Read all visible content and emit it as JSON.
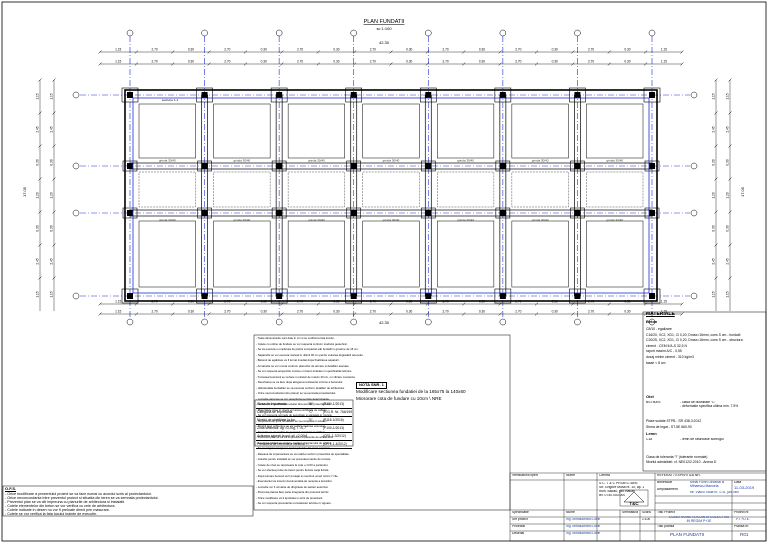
{
  "plan": {
    "title": "PLAN FUNDATII",
    "scale": "sc 1:100",
    "overall_dim": "42.30",
    "top_dims": [
      "1.15",
      "2.70",
      "0.30",
      "2.70",
      "0.30",
      "2.70",
      "0.30",
      "2.70",
      "0.30",
      "2.70",
      "0.30",
      "2.70",
      "0.30",
      "2.70",
      "0.30",
      "1.15"
    ],
    "left_dims": [
      "1.15",
      "2.45",
      "0.30",
      "1.20",
      "0.30",
      "2.45",
      "1.15"
    ],
    "right_dims": [
      "1.15",
      "2.45",
      "0.30",
      "1.20",
      "0.30",
      "2.45",
      "1.15"
    ],
    "bottom_dims": [
      "1.15",
      "2.70",
      "0.30",
      "2.70",
      "0.30",
      "2.70",
      "0.30",
      "2.70",
      "0.30",
      "2.70",
      "0.30",
      "2.70",
      "0.30",
      "2.70",
      "0.30",
      "1.15"
    ],
    "left_total": "17.05",
    "right_total": "17.05",
    "beam_label": "grinda 30/40",
    "section_note": "sectiune 1-1"
  },
  "materials": {
    "title": "MATERIALE",
    "sub_beton": "Beton",
    "beton_lines": [
      "C8/10 - egalizare",
      "C16/20, XC2, XD1, Cl 0,20, Dmax=16mm, cons S cm - fundatii",
      "C20/25, XC2, XD1, Cl 0,20, Dmax=16mm, cons S cm - structura",
      "ciment - CEM II/A-S 32,5 N",
      "raport maxim A/C - 0,55",
      "dozaj minim ciment - 310 kg/m3",
      "tasari < 8 cm"
    ],
    "sub_otel": "Otel",
    "otel_left": "BST500S",
    "otel_right": "- clasa de ductilitate \"C\"\n- deformatie specifica ultima min. 7.5%",
    "lines2": [
      "Plase sudate STPB - SR 438-3:2012",
      "Sirma de legat - ST-5E 660-90"
    ],
    "sub_lemn": "Lemn",
    "lemn_left": "C18",
    "lemn_right": "- lemn de rasinoase sortfogul",
    "footer": [
      "Clasa de toleranta \"I\" (tolerante normale)",
      "Nivelul admisibiei: cf. NE012/2-2010 - Anexa D"
    ]
  },
  "notes": [
    "- Toate dimensiunile sunt date in cm si se verifica la fata locului.",
    "- Cotele cu ordine de fundare se vor respecta conform studiului geotehnic.",
    "- Se va executa o umplutura de pietris compactat sub fundatii in grosime de 15 cm.",
    "- Sapaturile se vor executa manual in ultimii 30 cm pentru evitarea degradarii terenului.",
    "- Betonul de egalizare va fi turnat imediat dupa finalizarea sapaturii.",
    "- Armaturile se vor monta conform planurilor de armare si detaliilor anexate.",
    "- Se vor respecta acoperirile minime cu beton indicate in specificatiile tehnice.",
    "- Turnarea betonului se va face in straturi de maxim 40 cm, cu vibrare mecanica.",
    "- Decofrarea se va face dupa atingerea rezistentei minime a betonului.",
    "- Hidroizolatia fundatiilor se va executa conform detaliilor de arhitectura.",
    "- Orice neconcordanta intre planuri se va semnala proiectantului.",
    "- Lucrarile ascunse se vor receptiona pe faze determinante.",
    "- Se interzice modificarea solutiei fara acordul proiectantului.",
    "- Materialele puse in opera vor avea certificate de calitate.",
    "- Se vor respecta normele de securitate si sanatate in munca.",
    "- Umplutura din jurul fundatiilor se va compacta in straturi.",
    "- Nivelul apei subterane se va verifica inaintea executiei.",
    "- Executia se va realiza de personal autorizat si calificat.",
    "- Prezentul plan se va citi impreuna cu planurile de arhitectura.",
    "- Controlul calitatii se va face conform programului de control.",
    "- Se va asigura scurgerea apelor pluviale din zona sapaturii.",
    "- Reteaua de impamantare se va realiza conform proiectului de specialitate.",
    "- Golurile pentru instalatii se vor prevedea inainte de turnare.",
    "- Cotele de nivel se raporteaza la cota +/-0.00 a parterului.",
    "- Se vor efectua probe de beton pentru fiecare sarja livrata.",
    "- Dupa turnare betonul va fi protejat si mentinut umed minim 7 zile.",
    "- Executantul va intocmi documentatia de receptie a lucrarilor.",
    "- Lucrarile vor fi urmarite de dirigintele de santier autorizat.",
    "- Prezenta plansa face parte integranta din proiectul tehnic.",
    "- Orice modificare va fi aprobata in scris de proiectant.",
    "- Se vor respecta prevederile normativelor tehnice in vigoare."
  ],
  "modif": {
    "head": "NOTA SNR. 1",
    "line1": "Modificare sectiunea fundatiei de la 165x75 la 140x60",
    "line2": "Micsorare cota de fundare cu 10cm \\ NRE"
  },
  "classes": [
    [
      "Clasa de importanta",
      "\"III\"",
      "(P100-1/2013)"
    ],
    [
      "Categoria de importanta",
      "\"C\"",
      "(H.G.R. Nr. 766/1997)"
    ],
    [
      "Nivelul de stabilitate la foc",
      "\"II\"",
      "(P118-1/2016)"
    ],
    [
      "Zona seismica: ag =0,20g, T =0,7",
      "",
      "(P100-1/2013)"
    ],
    [
      "Actiunea zapezii la sol: s0 =2,00kPa",
      "",
      "(CR1-1-3/2012)"
    ],
    [
      "Presiunea de referinta a vantului: 0,7kPa",
      "",
      "(CR 1-1-4/2012)"
    ]
  ],
  "obs": {
    "title": "O.F.S.",
    "lines": [
      "- Orice modificare a prezentului proiect se va face numai cu acordul scris al proiectantului.",
      "- Orice neconcordanta intre prezentul proiect si situatia din teren se va semnala proiectantului.",
      "- Prezentul plan se va citi impreuna cu planurile de arhitectura si instalatii.",
      "- Cotele elementelor din beton se vor verifica cu cele de arhitectura.",
      "- Cotele indicate in desen nu vor fi preluate direct prin masurare.",
      "- Cotele se vor verifica la fata locului inainte de executie."
    ]
  },
  "title_block": {
    "verif_label": "Verificator/Expert",
    "verif_name": "Nume",
    "cerinta": "Cerinta",
    "ref_head": "REFERAT / EXPERTIZA NR.",
    "company_line1": "S.C. T & C PROIECTARE",
    "company_line2": "Str. Grigore Mosa nr. 10, ap. 1",
    "company_line3": "mun. Bacau, jud. Bacau",
    "company_line4": "tel. 0740.000.000",
    "logo_text": "T&C",
    "beneficiar_label": "Beneficiar",
    "beneficiar_value": "Mihai Florin Decebal si Mihaescu Manuela",
    "amplasament_label": "Amplasament",
    "amplasament_value": "str. Vlaicu Voda nr. 17A, jud. Iasi",
    "data_label": "Data",
    "data_value": "11-03-2019",
    "roles": [
      [
        "Specificatie",
        "Nume",
        "Semnatura",
        "Scara"
      ],
      [
        "Sef proiect",
        "Ing. Mirdauceanu Dorin",
        "",
        "1:100"
      ],
      [
        "Proiectat",
        "Ing. Mirdauceanu Dorin",
        "",
        ""
      ],
      [
        "Desenat",
        "Ing. Mirdauceanu Dorin",
        "",
        ""
      ]
    ],
    "titlu_proiect_label": "Titlu Proiect",
    "titlu_proiect_value": "CONSTRUIRE LOCUINTA COLECTIVA IN REGIM P+1E",
    "titlu_plansa_label": "Titlu plansa",
    "titlu_plansa_value": "PLAN FUNDATII",
    "proiect_nr_label": "Proiect nr.",
    "proiect_nr_value": "P.T.+D.E.",
    "plansa_label": "Plansa nr.",
    "plansa_value": "R01"
  }
}
